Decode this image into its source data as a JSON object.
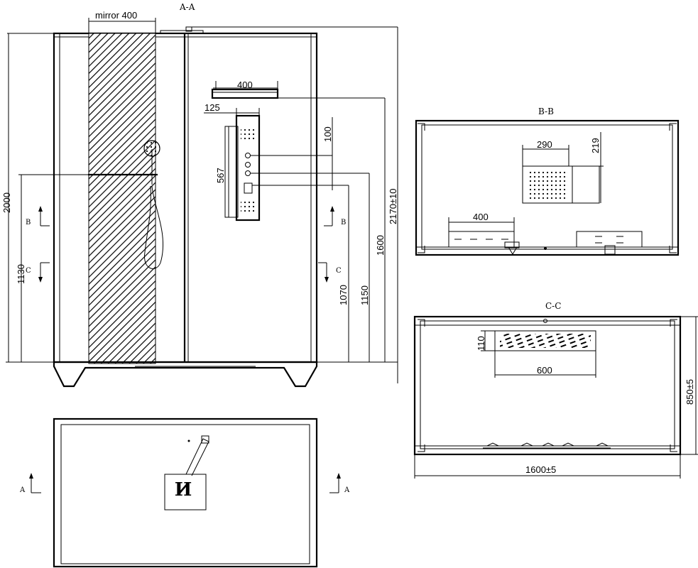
{
  "views": {
    "aa": {
      "title": "A-A",
      "mirror_label": "mirror 400",
      "dims": {
        "top_panel_width": "400",
        "panel_offset": "125",
        "panel_height": "567",
        "spacing": "100",
        "total_height": "2000",
        "arm_height": "1130",
        "inner_height": "2170±10",
        "h1600": "1600",
        "h1070": "1070",
        "h1150": "1150"
      },
      "markers": {
        "b": "B",
        "c": "C"
      }
    },
    "bb": {
      "title": "B-B",
      "dims": {
        "shower_head_width": "290",
        "shower_head_depth": "219",
        "seat_width": "400"
      }
    },
    "cc": {
      "title": "C-C",
      "dims": {
        "shelf_depth": "110",
        "shelf_width": "600",
        "depth": "850±5",
        "width": "1600±5"
      }
    },
    "plan": {
      "marker": "A",
      "drain_glyph": "И"
    }
  }
}
